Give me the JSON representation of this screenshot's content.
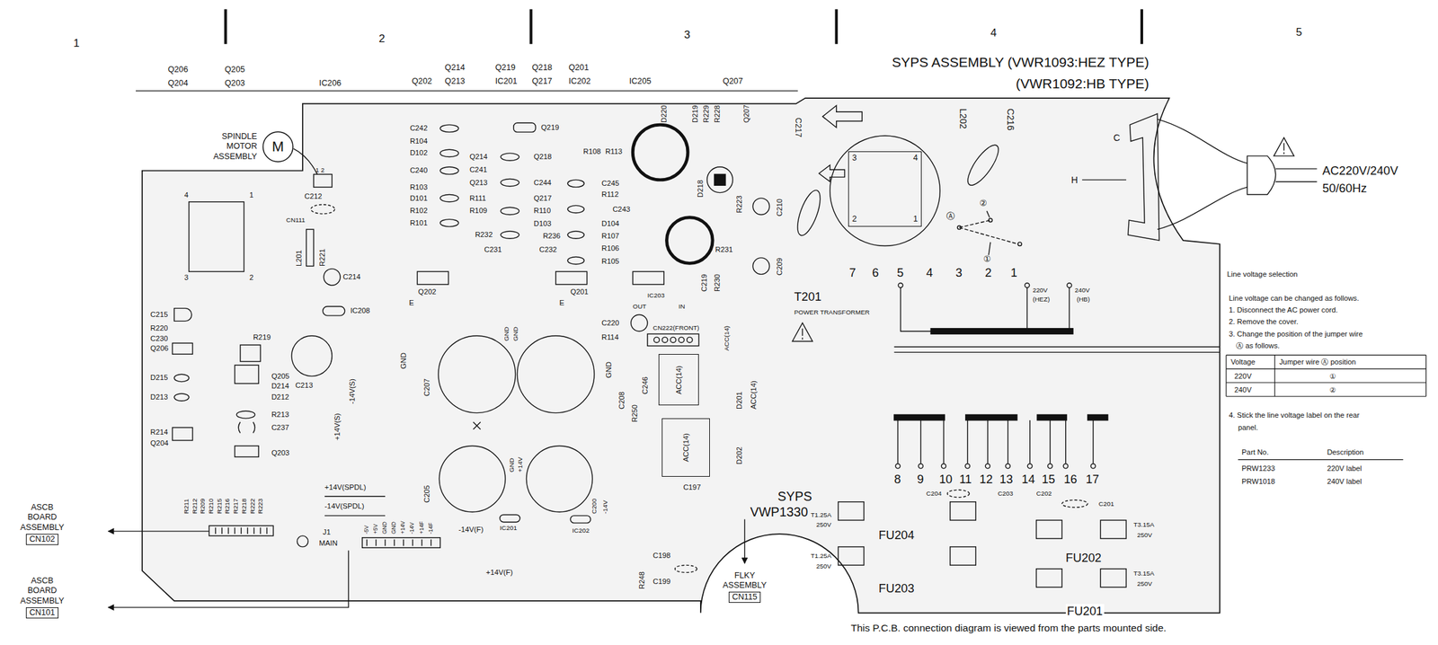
{
  "diagram": {
    "title": "SYPS ASSEMBLY (VWR1093:HEZ TYPE) (VWR1092:HB TYPE)",
    "caption": "This P.C.B. connection diagram is viewed from the parts mounted side.",
    "nodes": [
      {
        "text": [
          "SPINDLE MOTOR ASSEMBLY",
          "M"
        ]
      },
      {
        "text": [
          "ASCB BOARD ASSEMBLY",
          "CN102"
        ]
      },
      {
        "text": [
          "ASCB BOARD ASSEMBLY",
          "CN101"
        ]
      },
      {
        "text": [
          "FLKY ASSEMBLY",
          "CN115"
        ]
      },
      {
        "text": [
          "ACC(14)"
        ]
      },
      {
        "text": [
          "ACC(14)"
        ]
      },
      {
        "text": [
          "3",
          "4",
          "2",
          "1"
        ]
      }
    ],
    "labels": [
      "1",
      "2",
      "3",
      "4",
      "5",
      "Q206",
      "Q204",
      "Q205",
      "Q203",
      "IC206",
      "Q214",
      "Q219",
      "Q218",
      "Q201",
      "Q202",
      "Q213",
      "IC201",
      "Q217",
      "IC202",
      "IC205",
      "Q207",
      "CN111",
      "1 2",
      "C212",
      "L201",
      "R221",
      "C214",
      "4",
      "1",
      "3",
      "2",
      "C215",
      "R219",
      "IC208",
      "C213",
      "R220",
      "C230",
      "Q206",
      "D215",
      "D213",
      "R214",
      "Q204",
      "Q205",
      "D214",
      "D212",
      "R213",
      "C237",
      "Q203",
      "+14V(S)",
      "-14V(S)",
      "+14V(SPDL)",
      "-14V(SPDL)",
      "R211",
      "R212",
      "R209",
      "R210",
      "R215",
      "R216",
      "R217",
      "R218",
      "R222",
      "R223",
      "MAIN",
      "J1",
      "-5V",
      "+5V",
      "GND",
      "GND",
      "+14V",
      "-14V",
      "+14F",
      "-14F",
      "-14V(F)",
      "+14V(F)",
      "C242",
      "R104",
      "D102",
      "C240",
      "R103",
      "D101",
      "R102",
      "R101",
      "Q214",
      "C241",
      "Q213",
      "R111",
      "R109",
      "R232",
      "C231",
      "Q219",
      "Q218",
      "C244",
      "Q217",
      "R110",
      "D103",
      "R236",
      "C232",
      "R108",
      "R113",
      "C245",
      "R112",
      "C243",
      "D104",
      "R107",
      "R106",
      "R105",
      "Q202",
      "E",
      "Q201",
      "E",
      "OUT",
      "IC203",
      "IN",
      "D220",
      "D219",
      "R229",
      "R228",
      "Q207",
      "D218",
      "R223",
      "R231",
      "C210",
      "C219",
      "R230",
      "C209",
      "C220",
      "R114",
      "CN222(FRONT)",
      "ACC(14)",
      "GND",
      "C207",
      "C205",
      "GND",
      "GND",
      "GND",
      "C208",
      "C246",
      "R250",
      "D201",
      "ACC(14)",
      "D202",
      "C197",
      "R248",
      "C198",
      "C199",
      "GND",
      "+14V",
      "IC201",
      "C200",
      "IC202",
      "-14V",
      "C217",
      "L202",
      "C216",
      "C",
      "H",
      "Ⓐ",
      "②",
      "①",
      "7",
      "6",
      "5",
      "4",
      "3",
      "2",
      "1",
      "220V",
      "(HEZ)",
      "240V",
      "(HB)",
      "T201",
      "POWER TRANSFORMER",
      "8",
      "9",
      "10",
      "11",
      "12",
      "13",
      "14",
      "15",
      "16",
      "17",
      "C204",
      "C203",
      "C202",
      "C201",
      "SYPS",
      "VWP1330",
      "T1.25A",
      "250V",
      "T1.25A",
      "250V",
      "FU204",
      "FU203",
      "T3.15A",
      "250V",
      "T3.15A",
      "250V",
      "FU202",
      "FU201",
      "AC220V/240V",
      "50/60Hz",
      "Line voltage selection",
      "Line voltage can be changed as follows.",
      "1. Disconnect the AC power cord.",
      "2. Remove the cover.",
      "3. Change the position of the jumper wire",
      "Ⓐ as follows.",
      "Voltage",
      "Jumper wire Ⓐ position",
      "220V",
      "①",
      "240V",
      "②",
      "4. Stick the line voltage label on the rear",
      "panel.",
      "Part No.",
      "Description",
      "PRW1233",
      "220V label",
      "PRW1018",
      "240V label"
    ]
  }
}
